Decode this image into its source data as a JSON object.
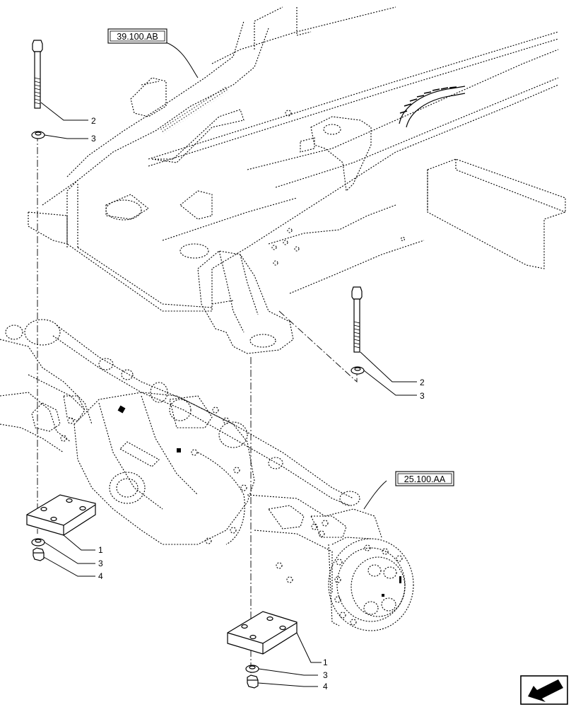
{
  "references": [
    {
      "id": "ref-frame",
      "label": "39.100.AB"
    },
    {
      "id": "ref-axle",
      "label": "25.100.AA"
    }
  ],
  "callouts": {
    "upper_left_bolt": "2",
    "upper_left_washer": "3",
    "right_bolt": "2",
    "right_washer": "3",
    "left_plate": "1",
    "left_washer": "3",
    "left_nut": "4",
    "bottom_plate": "1",
    "bottom_washer": "3",
    "bottom_nut": "4"
  },
  "icons": {
    "nav": "navigation-arrow-icon"
  },
  "colors": {
    "line": "#000000",
    "background": "#ffffff"
  }
}
